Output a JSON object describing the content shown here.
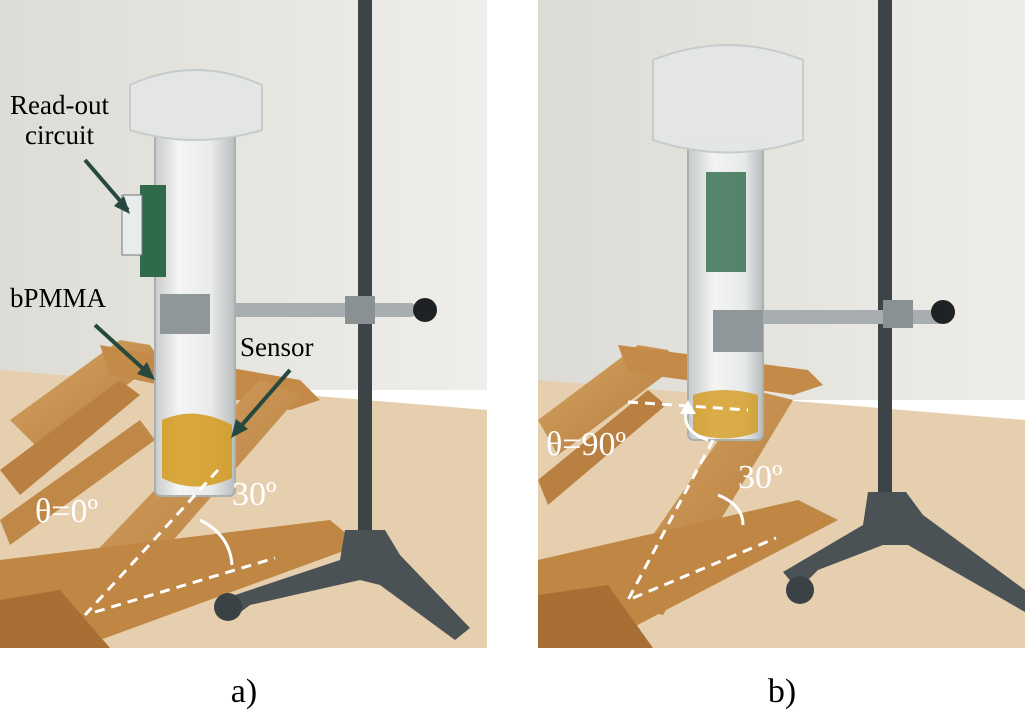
{
  "panel_a": {
    "caption": "a)",
    "labels": {
      "readout": "Read-out\ncircuit",
      "bpmma": "bPMMA",
      "sensor": "Sensor",
      "theta": "θ=0º",
      "angle": "30º"
    }
  },
  "panel_b": {
    "caption": "b)",
    "labels": {
      "theta": "θ=90º",
      "angle": "30º"
    }
  },
  "colors": {
    "wall": "#e8e7e2",
    "table": "#e6cfae",
    "wood": "#c8924f",
    "stand": "#3c4447",
    "tape": "#d49a1c",
    "pcb": "#2f6a4a",
    "arrow": "#26493f"
  }
}
